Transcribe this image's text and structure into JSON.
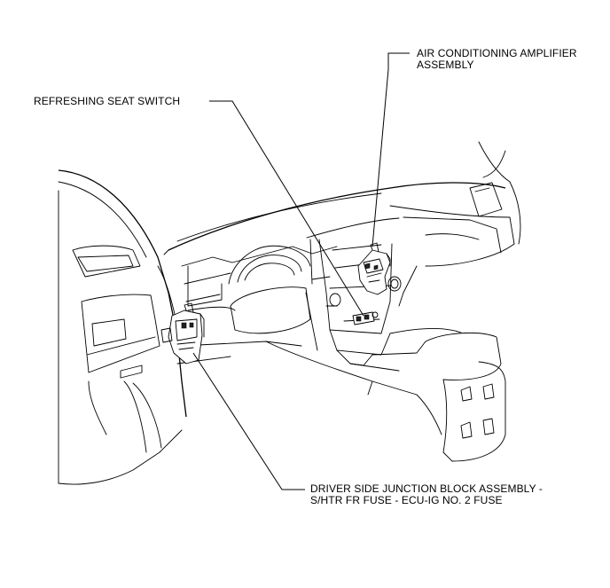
{
  "callouts": {
    "ac_amplifier": {
      "line1": "AIR CONDITIONING AMPLIFIER",
      "line2": "ASSEMBLY"
    },
    "refreshing_seat_switch": {
      "line1": "REFRESHING SEAT SWITCH"
    },
    "junction_block": {
      "line1": "DRIVER SIDE JUNCTION BLOCK ASSEMBLY -",
      "line2": "S/HTR FR FUSE - ECU-IG NO. 2 FUSE"
    }
  },
  "colors": {
    "line": "#000000",
    "background": "#ffffff"
  }
}
